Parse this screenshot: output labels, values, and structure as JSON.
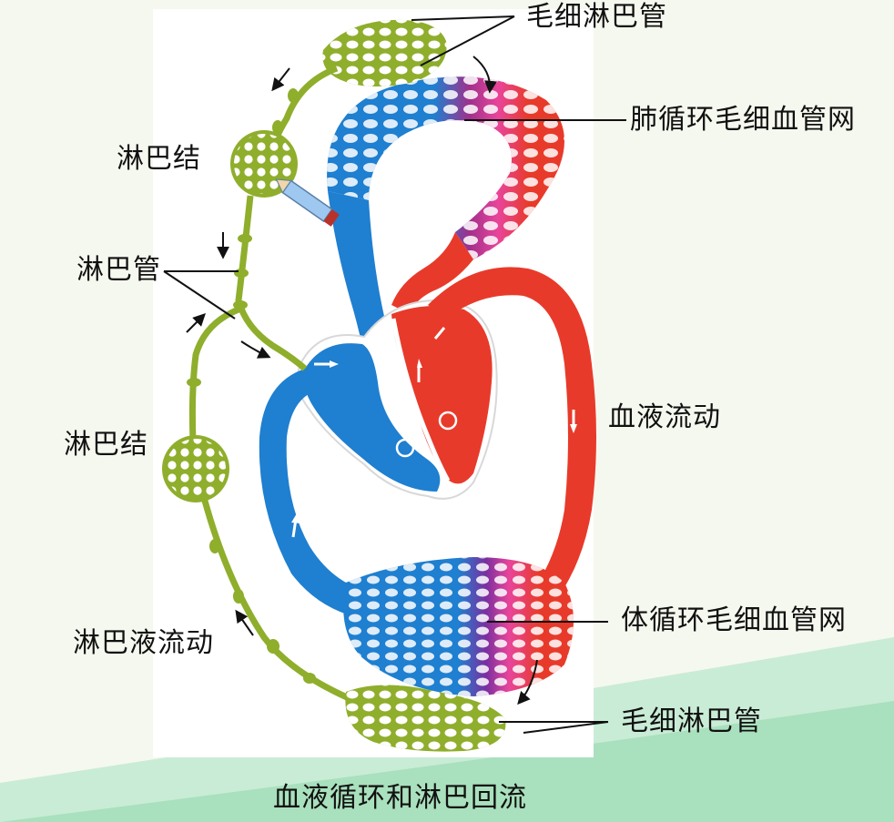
{
  "labels": {
    "lymph_capillary_top": "毛细淋巴管",
    "pulmonary_capillary_net": "肺循环毛细血管网",
    "lymph_node_upper": "淋巴结",
    "lymph_vessel": "淋巴管",
    "blood_flow": "血液流动",
    "lymph_node_lower": "淋巴结",
    "lymph_fluid_flow": "淋巴液流动",
    "systemic_capillary_net": "体循环毛细血管网",
    "lymph_capillary_bottom": "毛细淋巴管"
  },
  "caption": "血液循环和淋巴回流",
  "colors": {
    "lymph": "#8fae2c",
    "lymph_dark": "#5c7a12",
    "venous_blue": "#1f7fd0",
    "arterial_red": "#e83a2a",
    "mix_purple": "#a0308c",
    "mix_pink": "#e8459a",
    "background": "#f5f8ee",
    "wave_green": "#9fdcb4"
  }
}
